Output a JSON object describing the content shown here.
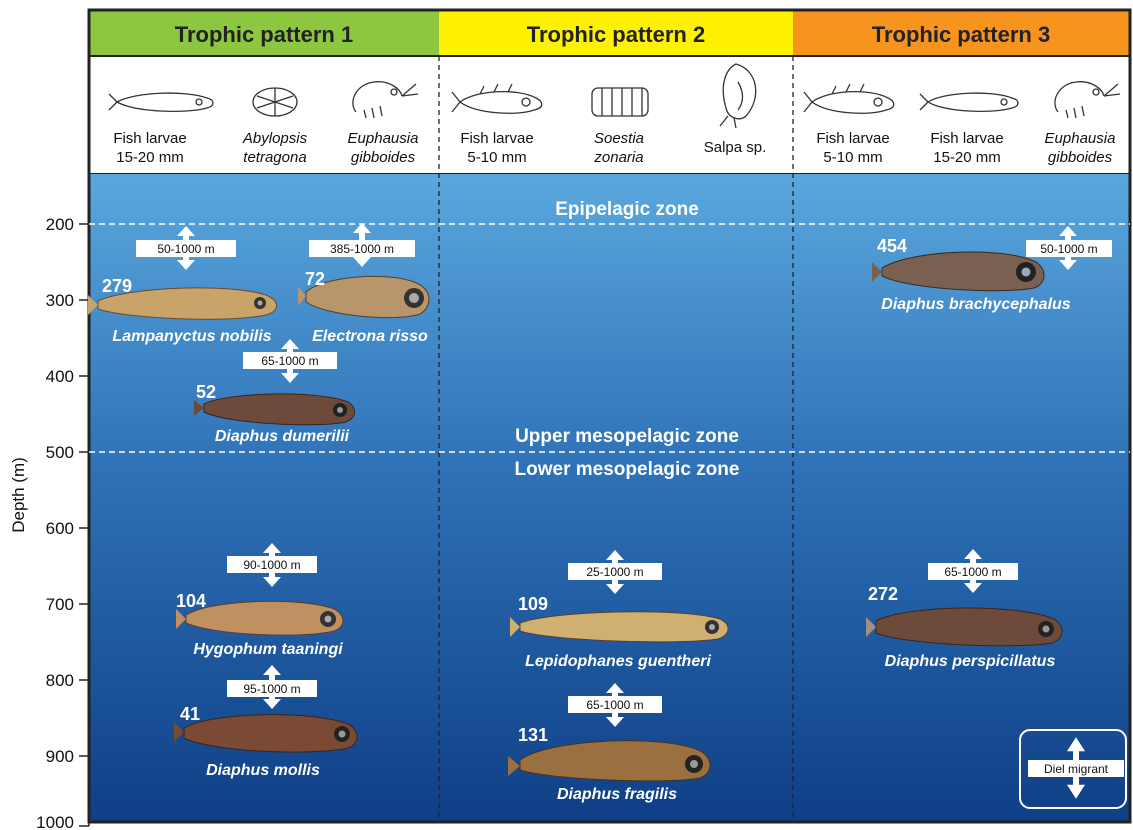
{
  "axis": {
    "ylabel": "Depth (m)",
    "ticks": [
      "200",
      "300",
      "400",
      "500",
      "600",
      "700",
      "800",
      "900",
      "1000"
    ]
  },
  "patterns": [
    {
      "title": "Trophic pattern 1",
      "color": "#8dc63f",
      "prey": [
        {
          "line1": "Fish larvae",
          "line2": "15-20 mm",
          "italic": false,
          "icon": "fish-larva-icon"
        },
        {
          "line1": "Abylopsis",
          "line2": "tetragona",
          "italic": true,
          "icon": "siphonophore-icon"
        },
        {
          "line1": "Euphausia",
          "line2": "gibboides",
          "italic": true,
          "icon": "krill-icon"
        }
      ]
    },
    {
      "title": "Trophic pattern 2",
      "color": "#fff200",
      "prey": [
        {
          "line1": "Fish larvae",
          "line2": "5-10 mm",
          "italic": false,
          "icon": "fish-larva-icon"
        },
        {
          "line1": "Soestia",
          "line2": "zonaria",
          "italic": true,
          "icon": "salp-icon"
        },
        {
          "line1": "Salpa sp.",
          "line2": "",
          "italic": false,
          "icon": "salpa-icon"
        }
      ]
    },
    {
      "title": "Trophic pattern 3",
      "color": "#f7941d",
      "prey": [
        {
          "line1": "Fish larvae",
          "line2": "5-10 mm",
          "italic": false,
          "icon": "fish-larva-icon"
        },
        {
          "line1": "Fish larvae",
          "line2": "15-20 mm",
          "italic": false,
          "icon": "fish-larva-icon"
        },
        {
          "line1": "Euphausia",
          "line2": "gibboides",
          "italic": true,
          "icon": "krill-icon"
        }
      ]
    }
  ],
  "zones": {
    "epipelagic": "Epipelagic zone",
    "upper": "Upper mesopelagic zone",
    "lower": "Lower mesopelagic zone"
  },
  "fish": [
    {
      "count": "279",
      "name": "Lampanyctus nobilis",
      "range": "50-1000 m",
      "color": "#c8a46a"
    },
    {
      "count": "72",
      "name": "Electrona risso",
      "range": "385-1000 m",
      "color": "#b8956a"
    },
    {
      "count": "52",
      "name": "Diaphus dumerilii",
      "range": "65-1000 m",
      "color": "#6e4a3a"
    },
    {
      "count": "104",
      "name": "Hygophum taaningi",
      "range": "90-1000 m",
      "color": "#c09060"
    },
    {
      "count": "41",
      "name": "Diaphus mollis",
      "range": "95-1000 m",
      "color": "#7a4a35"
    },
    {
      "count": "109",
      "name": "Lepidophanes guentheri",
      "range": "25-1000 m",
      "color": "#d0b070"
    },
    {
      "count": "131",
      "name": "Diaphus fragilis",
      "range": "65-1000 m",
      "color": "#9a7040"
    },
    {
      "count": "454",
      "name": "Diaphus brachycephalus",
      "range": "50-1000 m",
      "color": "#7a6050"
    },
    {
      "count": "272",
      "name": "Diaphus perspicillatus",
      "range": "65-1000 m",
      "color": "#6e4a3a"
    }
  ],
  "legend": {
    "label": "Diel migrant"
  }
}
